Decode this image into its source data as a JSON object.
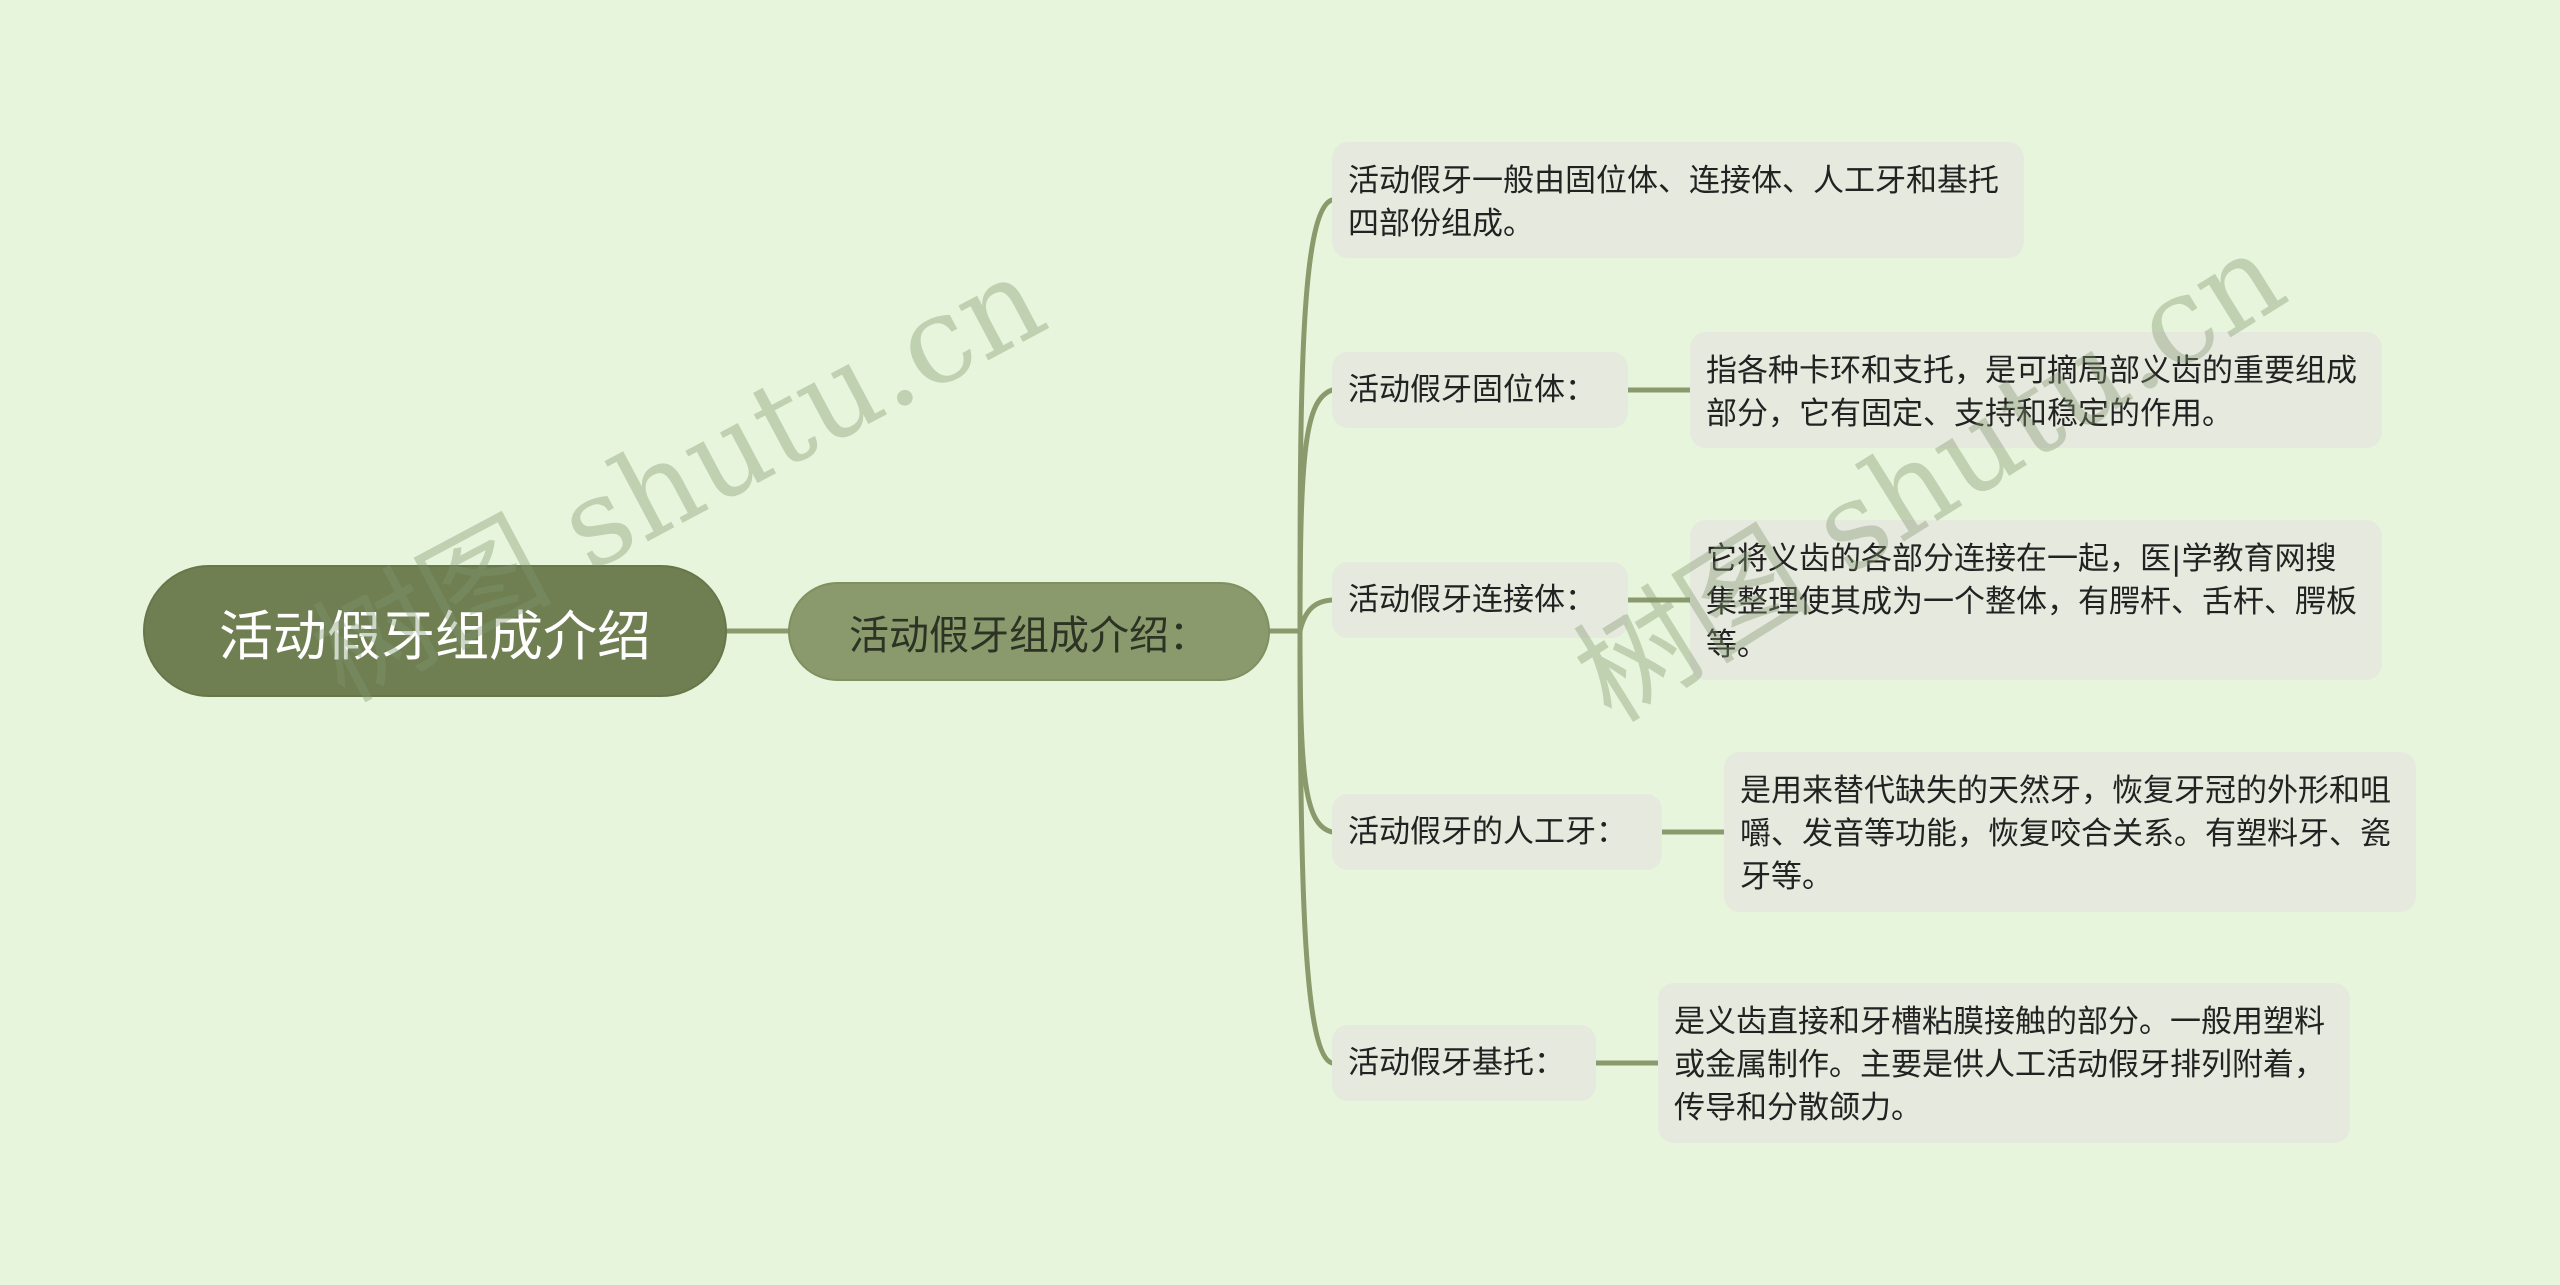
{
  "root": {
    "label": "活动假牙组成介绍"
  },
  "level1": {
    "label": "活动假牙组成介绍："
  },
  "branches": [
    {
      "label": "活动假牙一般由固位体、连接体、人工牙和基托四部份组成。",
      "detail": null
    },
    {
      "label": "活动假牙固位体：",
      "detail": "指各种卡环和支托，是可摘局部义齿的重要组成部分，它有固定、支持和稳定的作用。"
    },
    {
      "label": "活动假牙连接体：",
      "detail": "它将义齿的各部分连接在一起，医|学教育网搜集整理使其成为一个整体，有腭杆、舌杆、腭板等。"
    },
    {
      "label": "活动假牙的人工牙：",
      "detail": "是用来替代缺失的天然牙，恢复牙冠的外形和咀嚼、发音等功能，恢复咬合关系。有塑料牙、瓷牙等。"
    },
    {
      "label": "活动假牙基托：",
      "detail": "是义齿直接和牙槽粘膜接触的部分。一般用塑料或金属制作。主要是供人工活动假牙排列附着，传导和分散颌力。"
    }
  ],
  "watermarks": [
    "树图 shutu.cn",
    "树图 shutu.cn"
  ],
  "colors": {
    "background": "#e7f5dc",
    "root_fill": "#6f7f51",
    "level1_fill": "#8a9a6c",
    "node_fill": "#e6e9de",
    "line": "#8a9a6c"
  }
}
